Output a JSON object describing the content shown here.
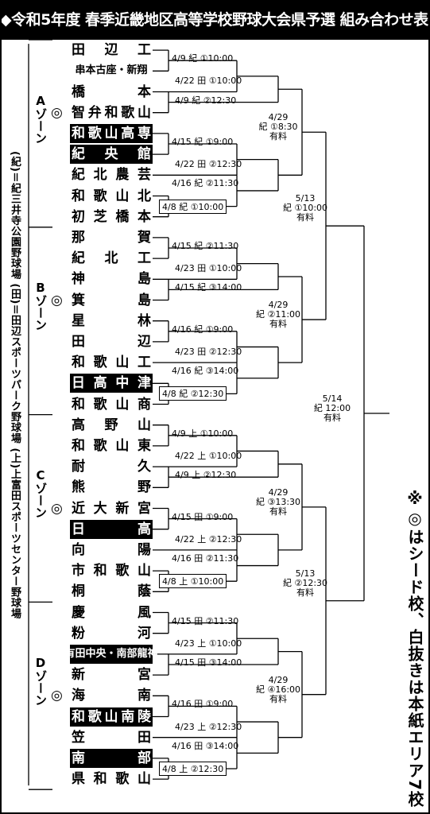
{
  "title": "◆令和5年度 春季近畿地区高等学校野球大会県予選 組み合わせ表◆",
  "venues": [
    "(紀)＝紀三井寺公園野球場",
    "(田)＝田辺スポーツパーク野球場",
    "(上)上富田スポーツセンター野球場"
  ],
  "note": "※◎はシード校、白抜きは本紙エリア7校",
  "zones": [
    {
      "label": "Aゾーン",
      "teams": [
        {
          "name": "田辺工",
          "seed": false,
          "hl": false
        },
        {
          "name": "串本古座・新翔",
          "seed": false,
          "hl": false,
          "small": true
        },
        {
          "name": "橋本",
          "seed": false,
          "hl": false
        },
        {
          "name": "智弁和歌山",
          "seed": true,
          "hl": false
        },
        {
          "name": "和歌山高専",
          "seed": false,
          "hl": true
        },
        {
          "name": "紀央館",
          "seed": false,
          "hl": true
        },
        {
          "name": "紀北農芸",
          "seed": false,
          "hl": false
        },
        {
          "name": "和歌山北",
          "seed": false,
          "hl": false
        },
        {
          "name": "初芝橋本",
          "seed": false,
          "hl": false
        }
      ]
    },
    {
      "label": "Bゾーン",
      "teams": [
        {
          "name": "那賀",
          "seed": false,
          "hl": false
        },
        {
          "name": "紀北工",
          "seed": false,
          "hl": false
        },
        {
          "name": "神島",
          "seed": false,
          "hl": false
        },
        {
          "name": "箕島",
          "seed": true,
          "hl": false
        },
        {
          "name": "星林",
          "seed": false,
          "hl": false
        },
        {
          "name": "田辺",
          "seed": false,
          "hl": false
        },
        {
          "name": "和歌山工",
          "seed": false,
          "hl": false
        },
        {
          "name": "日高中津",
          "seed": false,
          "hl": true
        },
        {
          "name": "和歌山商",
          "seed": false,
          "hl": false
        }
      ]
    },
    {
      "label": "Cゾーン",
      "teams": [
        {
          "name": "高野山",
          "seed": false,
          "hl": false
        },
        {
          "name": "和歌山東",
          "seed": false,
          "hl": false
        },
        {
          "name": "耐久",
          "seed": false,
          "hl": false
        },
        {
          "name": "熊野",
          "seed": false,
          "hl": false
        },
        {
          "name": "近大新宮",
          "seed": true,
          "hl": false
        },
        {
          "name": "日高",
          "seed": false,
          "hl": true
        },
        {
          "name": "向陽",
          "seed": false,
          "hl": false
        },
        {
          "name": "市和歌山",
          "seed": false,
          "hl": false
        },
        {
          "name": "桐蔭",
          "seed": false,
          "hl": false
        }
      ]
    },
    {
      "label": "Dゾーン",
      "teams": [
        {
          "name": "慶風",
          "seed": false,
          "hl": false
        },
        {
          "name": "粉河",
          "seed": false,
          "hl": false
        },
        {
          "name": "有田中央・南部龍神",
          "seed": false,
          "hl": true,
          "small": true
        },
        {
          "name": "新宮",
          "seed": false,
          "hl": false
        },
        {
          "name": "海南",
          "seed": true,
          "hl": false
        },
        {
          "name": "和歌山南陵",
          "seed": false,
          "hl": true
        },
        {
          "name": "笠田",
          "seed": false,
          "hl": false
        },
        {
          "name": "南部",
          "seed": false,
          "hl": true
        },
        {
          "name": "県和歌山",
          "seed": false,
          "hl": false
        }
      ]
    }
  ],
  "matches": {
    "A": [
      "4/9 紀 ①10:00",
      "4/22 田 ①10:00",
      "4/9 紀 ②12:30",
      "4/15 紀 ①9:00",
      "4/22 田 ②12:30",
      "4/16 紀 ②11:30",
      "4/8 紀 ①10:00"
    ],
    "A_final": [
      "4/29",
      "紀 ①8:30",
      "有料"
    ],
    "B": [
      "4/15 紀 ②11:30",
      "4/23 田 ①10:00",
      "4/15 紀 ③14:00",
      "4/16 紀 ①9:00",
      "4/23 田 ②12:30",
      "4/16 紀 ③14:00",
      "4/8 紀 ②12:30"
    ],
    "B_final": [
      "4/29",
      "紀 ②11:00",
      "有料"
    ],
    "C": [
      "4/9 上 ①10:00",
      "4/22 上 ①10:00",
      "4/9 上 ②12:30",
      "4/15 田 ①9:00",
      "4/22 上 ②12:30",
      "4/16 田 ②11:30",
      "4/8 上 ①10:00"
    ],
    "C_final": [
      "4/29",
      "紀 ③13:30",
      "有料"
    ],
    "D": [
      "4/15 田 ②11:30",
      "4/23 上 ①10:00",
      "4/15 田 ③14:00",
      "4/16 田 ①9:00",
      "4/23 上 ②12:30",
      "4/16 田 ③14:00",
      "4/8 上 ②12:30"
    ],
    "D_final": [
      "4/29",
      "紀 ④16:00",
      "有料"
    ],
    "semi1": [
      "5/13",
      "紀 ①10:00",
      "有料"
    ],
    "semi2": [
      "5/13",
      "紀 ②12:30",
      "有料"
    ],
    "final": [
      "5/14",
      "紀 12:00",
      "有料"
    ]
  }
}
